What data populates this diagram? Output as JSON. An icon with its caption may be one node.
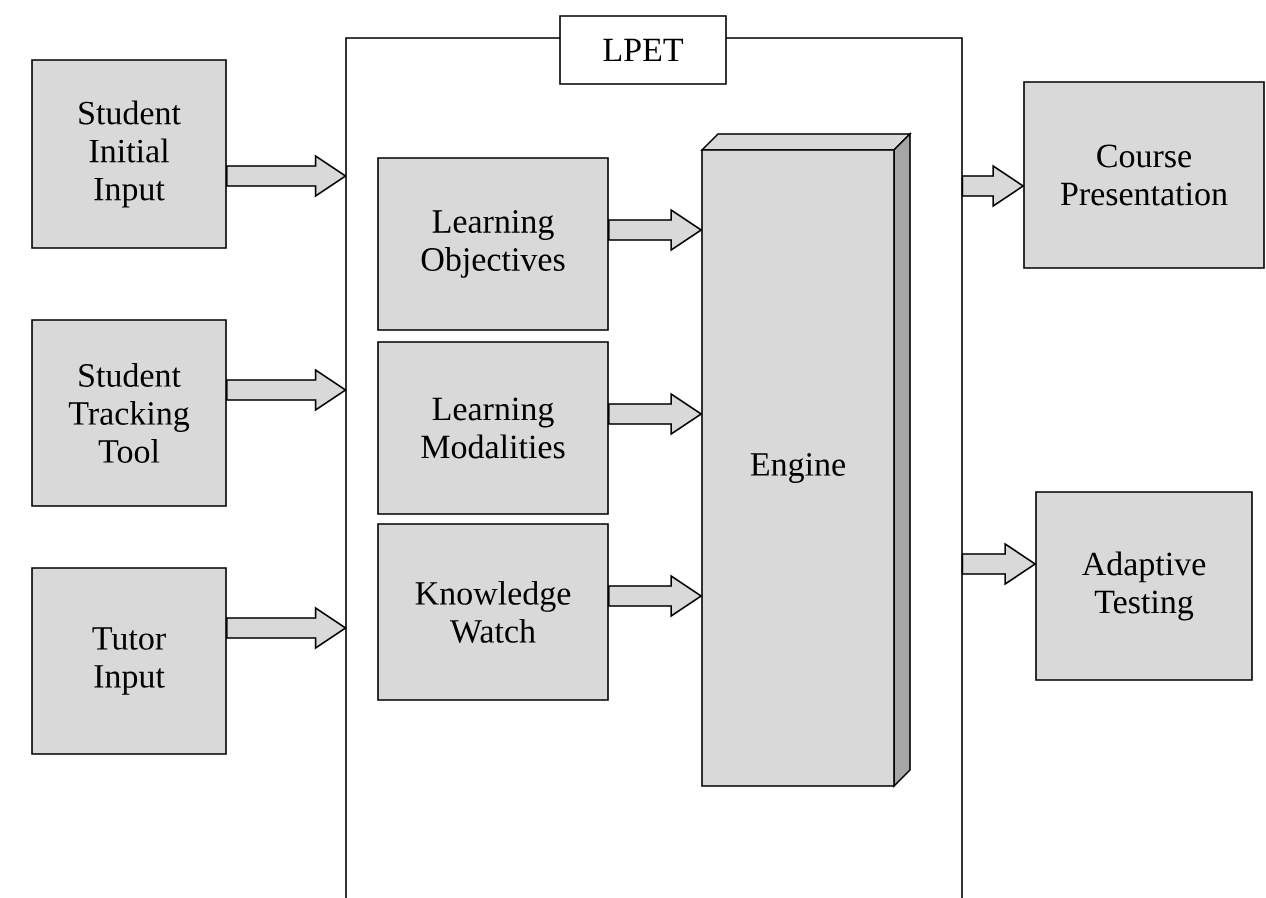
{
  "diagram": {
    "nodes": [
      {
        "text": [
          "LPET"
        ]
      },
      {
        "text": [
          "Student Initial Input"
        ]
      },
      {
        "text": [
          "Student Tracking Tool"
        ]
      },
      {
        "text": [
          "Tutor Input"
        ]
      },
      {
        "text": [
          "Learning Objectives"
        ],
        "in": 0
      },
      {
        "text": [
          "Learning Modalities"
        ],
        "in": 0
      },
      {
        "text": [
          "Knowledge Watch"
        ],
        "in": 0
      },
      {
        "text": [
          "Engine"
        ],
        "in": 0
      },
      {
        "text": [
          "Course Presentation"
        ]
      },
      {
        "text": [
          "Adaptive Testing"
        ]
      }
    ],
    "edges": [
      {
        "from": 1,
        "to": 0,
        "arrow": "to"
      },
      {
        "from": 2,
        "to": 0,
        "arrow": "to"
      },
      {
        "from": 3,
        "to": 0,
        "arrow": "to"
      },
      {
        "from": 4,
        "to": 7,
        "arrow": "to"
      },
      {
        "from": 5,
        "to": 7,
        "arrow": "to"
      },
      {
        "from": 6,
        "to": 7,
        "arrow": "to"
      },
      {
        "from": 0,
        "to": 8,
        "arrow": "to"
      },
      {
        "from": 0,
        "to": 9,
        "arrow": "to"
      }
    ]
  }
}
